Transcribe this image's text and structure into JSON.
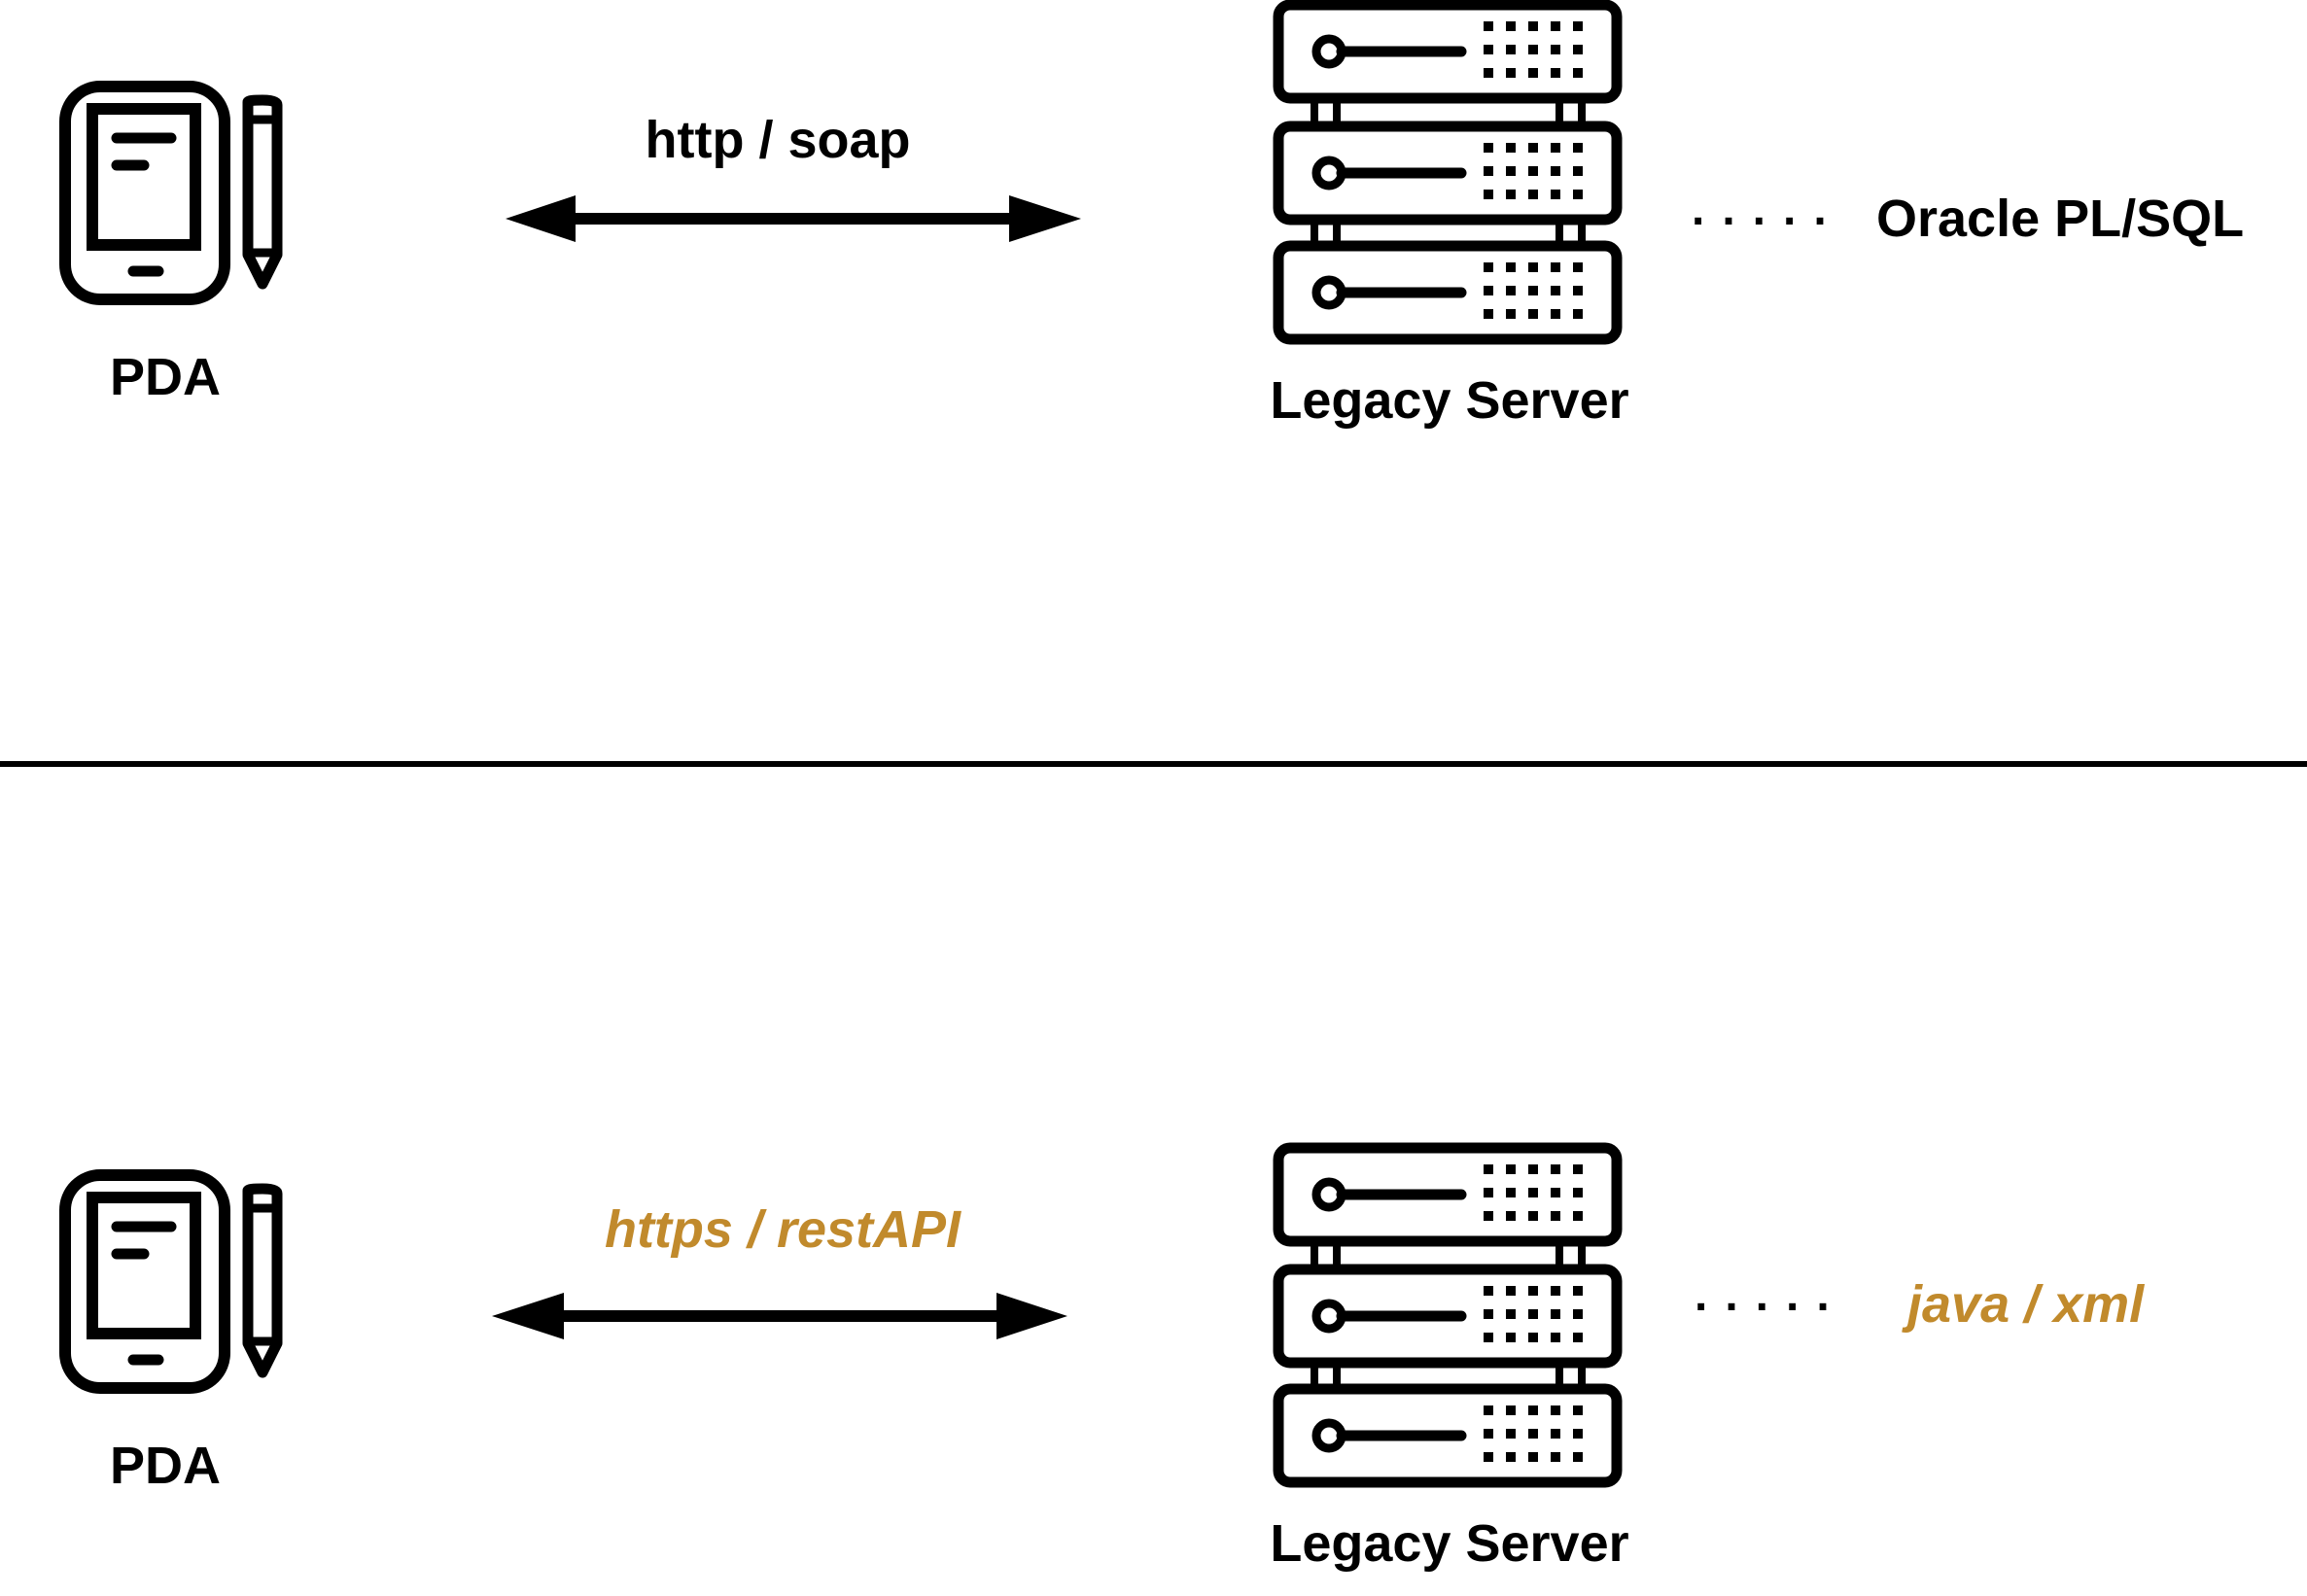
{
  "colors": {
    "ink": "#000000",
    "accent": "#c18a2c"
  },
  "top": {
    "client": {
      "label": "PDA",
      "icon": "pda-stylus-icon"
    },
    "protocol": "http / soap",
    "server": {
      "label": "Legacy Server",
      "icon": "server-rack-icon"
    },
    "connector": ".....",
    "tech": "Oracle PL/SQL"
  },
  "bottom": {
    "client": {
      "label": "PDA",
      "icon": "pda-stylus-icon"
    },
    "protocol": "https / restAPI",
    "server": {
      "label": "Legacy Server",
      "icon": "server-rack-icon"
    },
    "connector": ".....",
    "tech": "java / xml"
  }
}
